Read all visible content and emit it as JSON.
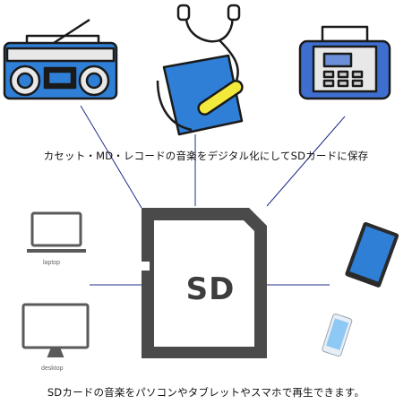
{
  "captions": {
    "top": "カセット・MD・レコードの音楽をデジタル化にしてSDカードに保存",
    "bottom": "SDカードの音楽をパソコンやタブレットやスマホで再生できます。"
  },
  "sd_card": {
    "label": "SD"
  },
  "devices": {
    "laptop_label": "laptop",
    "desktop_label": "desktop"
  },
  "colors": {
    "connector_line": "#1f2d8a",
    "device_blue": "#2f7fd6",
    "card_gray": "#4a4a4a",
    "outline": "#1a1a1a"
  },
  "icons": [
    "boombox-icon",
    "md-player-icon",
    "cd-radio-icon",
    "sd-card-icon",
    "laptop-icon",
    "desktop-icon",
    "tablet-icon",
    "smartphone-icon"
  ]
}
